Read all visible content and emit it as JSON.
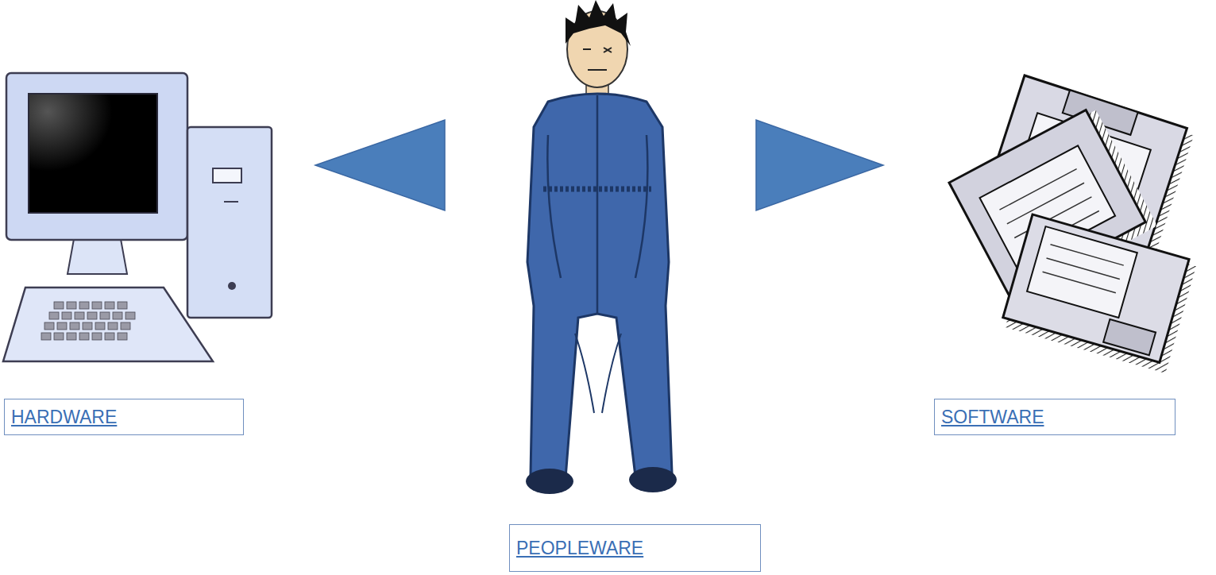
{
  "diagram": {
    "nodes": [
      {
        "text": [
          "HARDWARE"
        ]
      },
      {
        "text": [
          "PEOPLEWARE"
        ]
      },
      {
        "text": [
          "SOFTWARE"
        ]
      }
    ],
    "edges": [
      {
        "from": 1,
        "to": 0,
        "arrow": "to"
      },
      {
        "from": 1,
        "to": 2,
        "arrow": "to"
      }
    ]
  }
}
